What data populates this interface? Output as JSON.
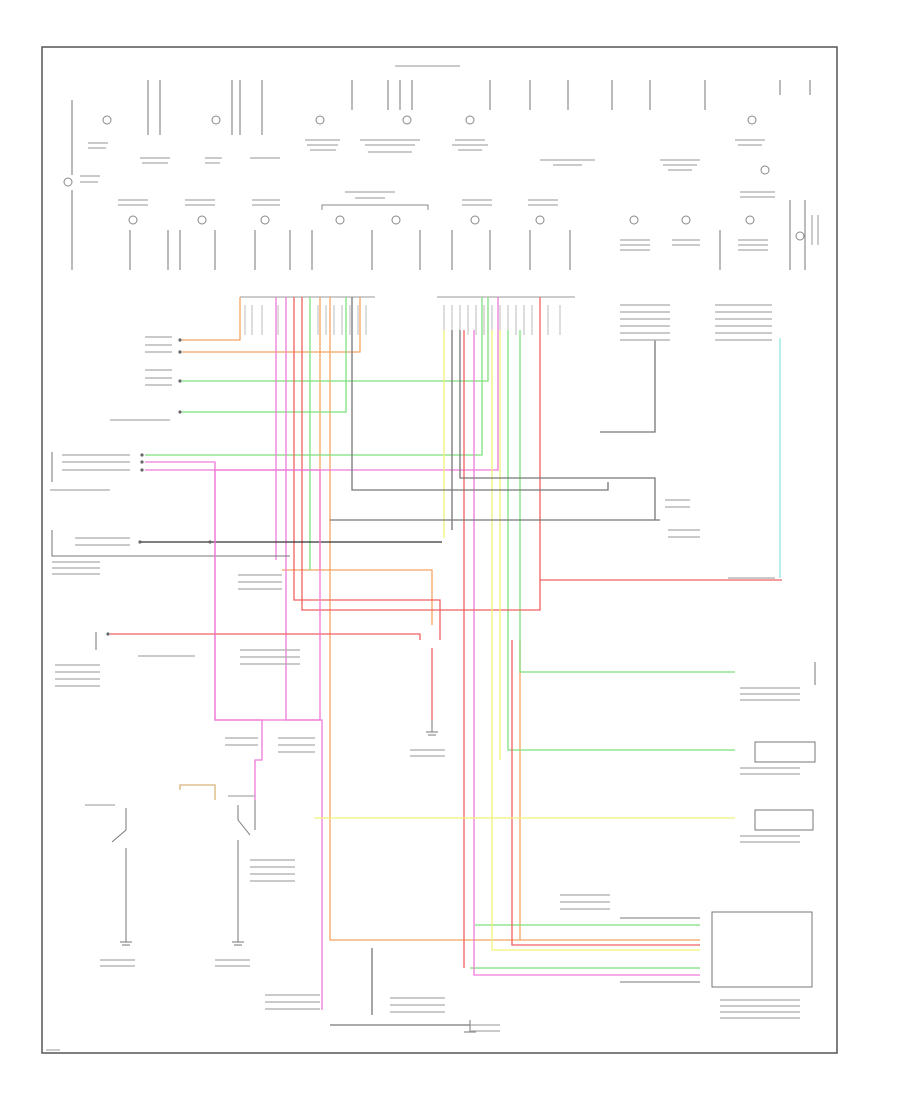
{
  "colors": {
    "border": "#555555",
    "ink": "#444444",
    "wire_gray": "#777777",
    "wire_black": "#333333",
    "wire_orange": "#f4a460",
    "wire_green": "#7ee07e",
    "wire_pink": "#f07ad8",
    "wire_red": "#f06060",
    "wire_yellow": "#f2f27a",
    "wire_cyan": "#8ee8e0",
    "wire_tan": "#d8b47a"
  },
  "icons": [
    "ground-symbol",
    "switch-symbol",
    "bulb-symbol",
    "connector-block"
  ]
}
